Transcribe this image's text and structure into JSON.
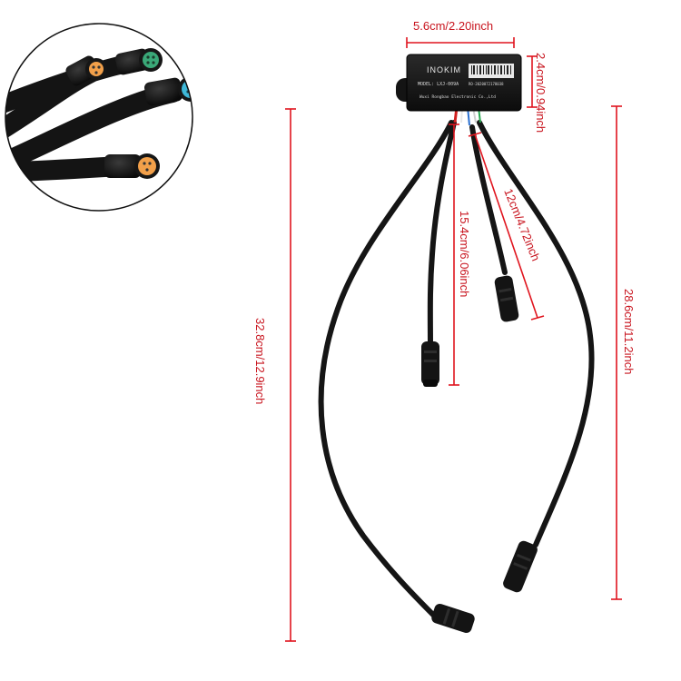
{
  "dimensions": {
    "width": "5.6cm/2.20inch",
    "height": "2.4cm/0.94inch",
    "short_branch": "12cm/4.72inch",
    "mid_branch": "15.4cm/6.06inch",
    "long_branch": "28.6cm/11.2inch",
    "total_length": "32.8cm/12.9inch"
  },
  "product_box": {
    "brand": "INOKIM",
    "model": "MODEL: LXJ-009A",
    "serial": "RO-2020072178038",
    "maker": "Wuxi Rongbao Electronic Co.,Ltd"
  },
  "colors": {
    "dimension_line": "#e0141e",
    "dimension_text": "#c8141e",
    "cable": "#151515",
    "connector_orange": "#f2a04a",
    "connector_green": "#3aa878",
    "connector_cyan": "#3fb8d8"
  }
}
